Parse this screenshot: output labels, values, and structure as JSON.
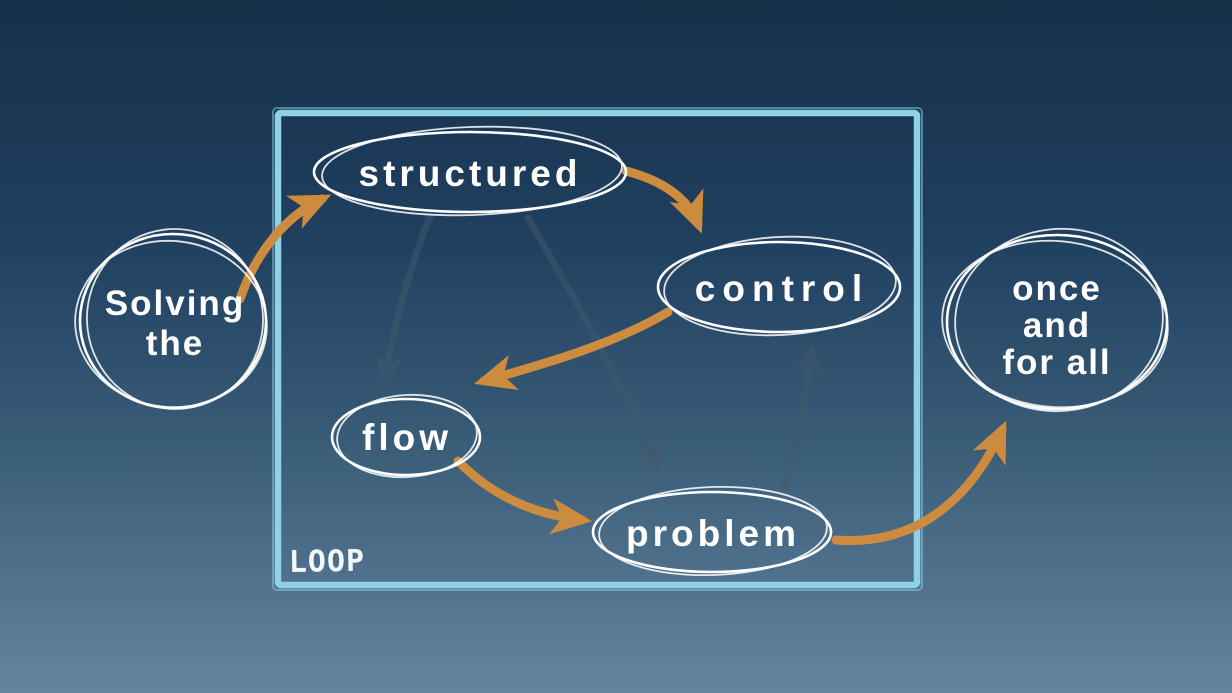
{
  "reading": "Solving the structured control flow problem once and for all",
  "background": {
    "gradient_top": "#153049",
    "gradient_bottom": "#6484a0"
  },
  "colors": {
    "node_outline": "#ffffff",
    "label_text": "#ffffff",
    "loop_box_stroke": "#8ed2e8",
    "arrow_primary": "#cc8b3e",
    "arrow_faded": "#42596b"
  },
  "loop_box": {
    "label": "LOOP"
  },
  "nodes": {
    "solving": {
      "lines": [
        "Solving",
        "the"
      ]
    },
    "structured": {
      "label": "structured"
    },
    "control": {
      "label": "control"
    },
    "flow": {
      "label": "flow"
    },
    "problem": {
      "label": "problem"
    },
    "once": {
      "lines": [
        "once",
        "and",
        "for all"
      ]
    }
  },
  "connections": [
    {
      "from": "solving",
      "to": "structured",
      "style": "primary"
    },
    {
      "from": "structured",
      "to": "control",
      "style": "primary"
    },
    {
      "from": "control",
      "to": "flow",
      "style": "primary"
    },
    {
      "from": "flow",
      "to": "problem",
      "style": "primary"
    },
    {
      "from": "problem",
      "to": "once",
      "style": "primary"
    },
    {
      "from": "structured",
      "to": "flow",
      "style": "faded"
    },
    {
      "from": "structured",
      "to": "problem",
      "style": "faded"
    },
    {
      "from": "problem",
      "to": "control",
      "style": "faded"
    }
  ]
}
